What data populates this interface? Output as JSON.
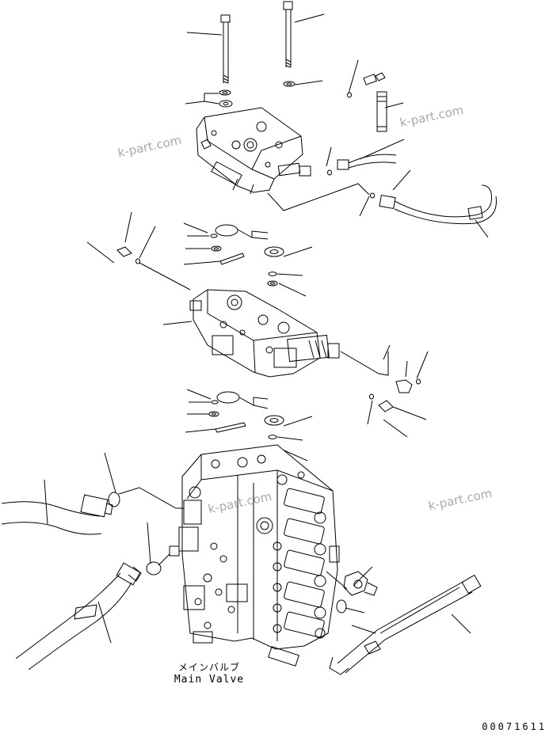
{
  "diagram": {
    "caption_jp": "メインバルブ",
    "caption_en": "Main Valve",
    "document_number": "00071611",
    "watermark": "k-part.com",
    "colors": {
      "line": "#000000",
      "watermark": "#a8a8a8",
      "background": "#ffffff"
    }
  }
}
